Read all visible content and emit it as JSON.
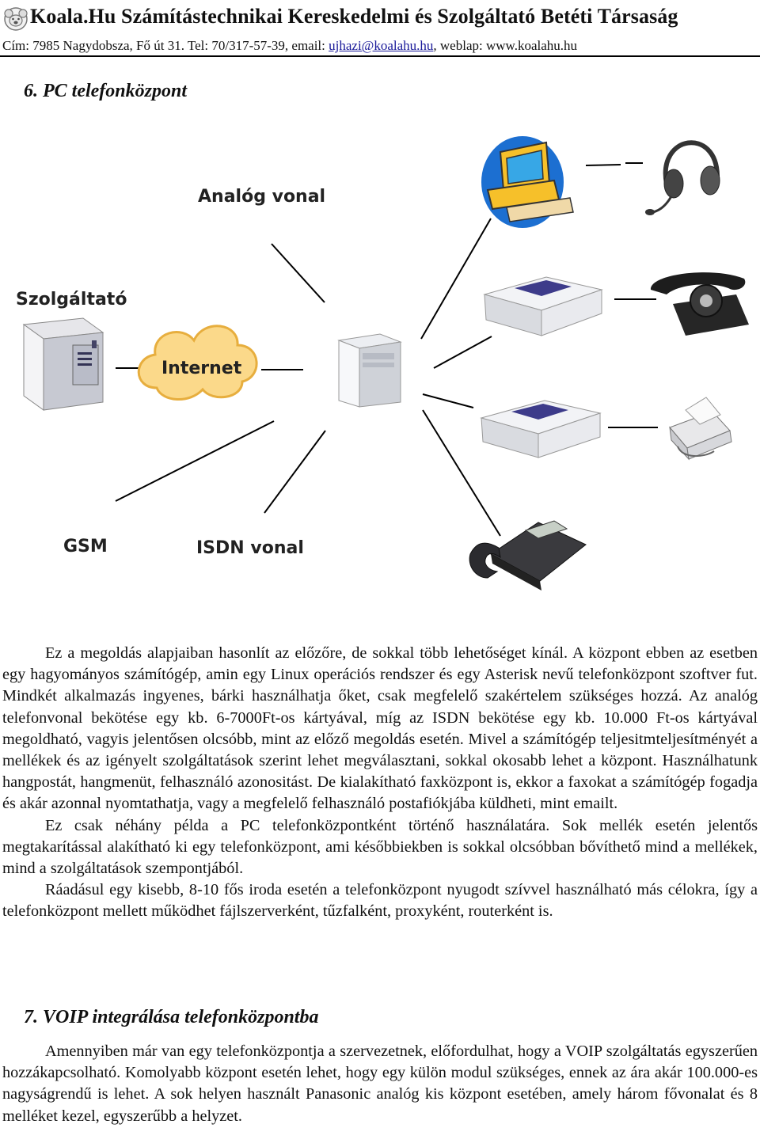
{
  "header": {
    "company": "Koala.Hu Számítástechnikai Kereskedelmi és Szolgáltató Betéti Társaság",
    "address_prefix": "Cím: 7985 Nagydobsza, Fő út 31. Tel: 70/317-57-39, email: ",
    "email": "ujhazi@koalahu.hu",
    "address_suffix": ", weblap: www.koalahu.hu"
  },
  "section6": {
    "title": "6. PC telefonközpont",
    "diagram": {
      "label_analog": "Analóg vonal",
      "label_provider": "Szolgáltató",
      "label_internet": "Internet",
      "label_gsm": "GSM",
      "label_isdn": "ISDN vonal"
    },
    "paragraphs": [
      "Ez a megoldás alapjaiban hasonlít az előzőre, de sokkal több lehetőséget kínál. A központ ebben az esetben egy hagyományos számítógép, amin egy Linux operációs rendszer és egy Asterisk nevű telefonközpont szoftver fut. Mindkét alkalmazás ingyenes, bárki használhatja őket, csak megfelelő szakértelem szükséges hozzá. Az analóg telefonvonal bekötése egy kb. 6-7000Ft-os kártyával, míg az ISDN bekötése egy kb. 10.000 Ft-os kártyával megoldható, vagyis jelentősen olcsóbb, mint az előző megoldás esetén. Mivel a számítógép teljesitmteljesítményét a mellékek és az igényelt szolgáltatások szerint lehet megválasztani, sokkal okosabb lehet a központ. Használhatunk hangpostát, hangmenüt, felhasználó azonositást. De kialakítható faxközpont is, ekkor a faxokat a számítógép fogadja és akár azonnal nyomtathatja, vagy a megfelelő felhasználó postafiókjába küldheti, mint emailt.",
      "Ez csak néhány példa a PC telefonközpontként történő használatára. Sok mellék esetén jelentős megtakarítással alakítható ki egy telefonközpont, ami későbbiekben is sokkal olcsóbban bővíthető mind a mellékek, mind a szolgáltatások szempontjából.",
      "Ráadásul egy kisebb, 8-10 fős iroda esetén a telefonközpont nyugodt szívvel használható más célokra, így a telefonközpont mellett működhet fájlszerverként, tűzfalként, proxyként, routerként is."
    ]
  },
  "section7": {
    "title": "7. VOIP integrálása telefonközpontba",
    "paragraphs": [
      "Amennyiben már van egy telefonközpontja a szervezetnek, előfordulhat, hogy a VOIP szolgáltatás egyszerűen hozzákapcsolható. Komolyabb központ esetén lehet, hogy egy külön modul szükséges, ennek az ára akár 100.000-es nagyságrendű is lehet. A sok helyen használt Panasonic analóg kis központ esetében, amely három fővonalat és 8 melléket kezel, egyszerűbb a helyzet."
    ]
  }
}
